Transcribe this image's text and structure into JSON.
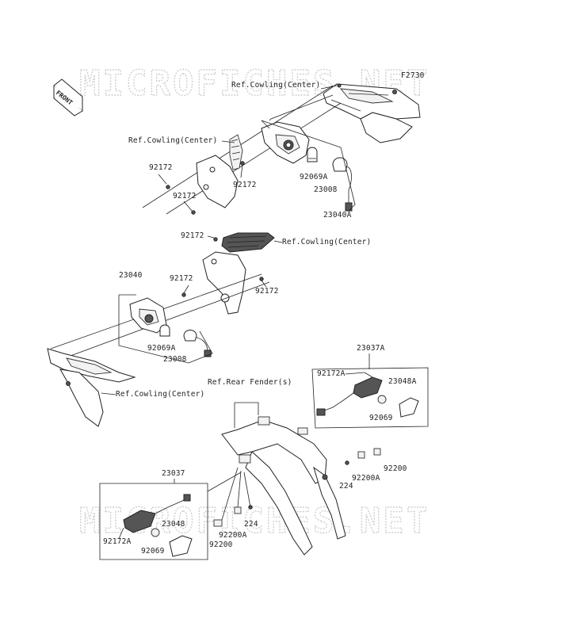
{
  "watermark": "MICROFICHES.NET",
  "diagram_code": "F2730",
  "front_label": "FRONT",
  "labels": {
    "ref_cowling_center": "Ref.Cowling(Center)",
    "ref_rear_fender": "Ref.Rear Fender(s)",
    "p92172": "92172",
    "p92172a": "92172A",
    "p92069": "92069",
    "p92069a": "92069A",
    "p23008": "23008",
    "p23040": "23040",
    "p23040a": "23040A",
    "p23037": "23037",
    "p23037a": "23037A",
    "p23048": "23048",
    "p23048a": "23048A",
    "p92200": "92200",
    "p92200a": "92200A",
    "p224": "224"
  }
}
